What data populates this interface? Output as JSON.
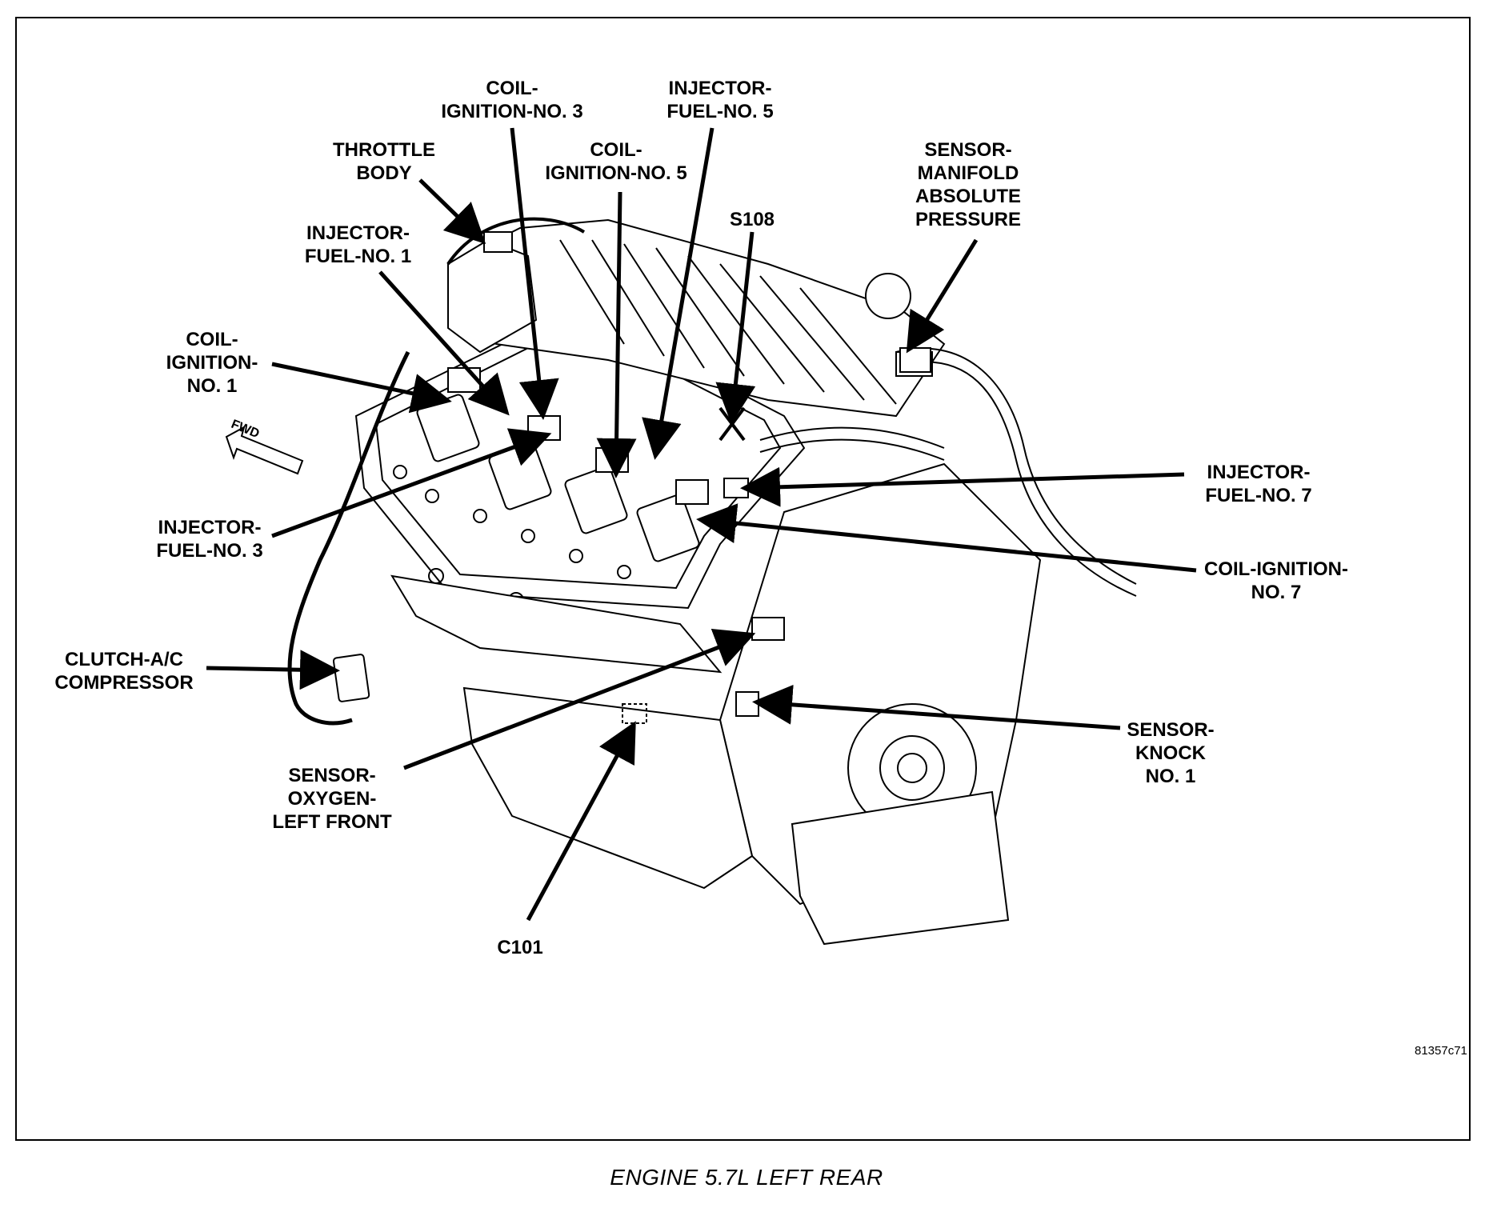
{
  "caption": "ENGINE 5.7L LEFT REAR",
  "figure_id": "81357c71",
  "direction_marker": "FWD",
  "labels": {
    "coil_ignition_3": "COIL-\nIGNITION-NO. 3",
    "injector_fuel_5": "INJECTOR-\nFUEL-NO. 5",
    "throttle_body": "THROTTLE\nBODY",
    "coil_ignition_5": "COIL-\nIGNITION-NO. 5",
    "s108": "S108",
    "sensor_map": "SENSOR-\nMANIFOLD\nABSOLUTE\nPRESSURE",
    "injector_fuel_1": "INJECTOR-\nFUEL-NO. 1",
    "coil_ignition_1": "COIL-\nIGNITION-\nNO. 1",
    "injector_fuel_3": "INJECTOR-\nFUEL-NO. 3",
    "injector_fuel_7": "INJECTOR-\nFUEL-NO. 7",
    "coil_ignition_7": "COIL-IGNITION-\nNO. 7",
    "clutch_ac": "CLUTCH-A/C\nCOMPRESSOR",
    "sensor_oxygen": "SENSOR-\nOXYGEN-\nLEFT FRONT",
    "sensor_knock": "SENSOR-\nKNOCK\nNO. 1",
    "c101": "C101"
  }
}
